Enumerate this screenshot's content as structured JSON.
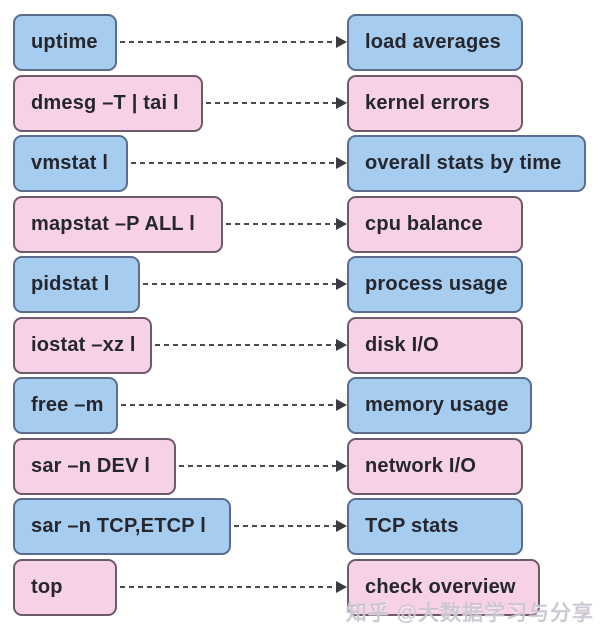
{
  "diagram": {
    "title_semantic": "linux performance analysis commands mapped to what they show",
    "colors": {
      "background": "#ffffff",
      "blue_fill": "#a6ccf0",
      "blue_border": "#5b6c8e",
      "pink_fill": "#f7d1e5",
      "pink_border": "#6d5a6b",
      "text": "#26262e",
      "arrow": "#4a4a52"
    }
  },
  "rows": [
    {
      "command": "uptime",
      "description": "load averages",
      "color": "blue"
    },
    {
      "command": "dmesg –T | tai l",
      "description": "kernel errors",
      "color": "pink"
    },
    {
      "command": "vmstat l",
      "description": "overall stats by time",
      "color": "blue"
    },
    {
      "command": "mapstat –P ALL l",
      "description": "cpu balance",
      "color": "pink"
    },
    {
      "command": "pidstat l",
      "description": "process usage",
      "color": "blue"
    },
    {
      "command": "iostat –xz l",
      "description": "disk I/O",
      "color": "pink"
    },
    {
      "command": "free –m",
      "description": "memory usage",
      "color": "blue"
    },
    {
      "command": "sar –n DEV l",
      "description": "network I/O",
      "color": "pink"
    },
    {
      "command": "sar –n TCP,ETCP l",
      "description": "TCP stats",
      "color": "blue"
    },
    {
      "command": "top",
      "description": "check overview",
      "color": "pink"
    }
  ],
  "watermark": {
    "text": "知乎 @大数据学习与分享"
  }
}
